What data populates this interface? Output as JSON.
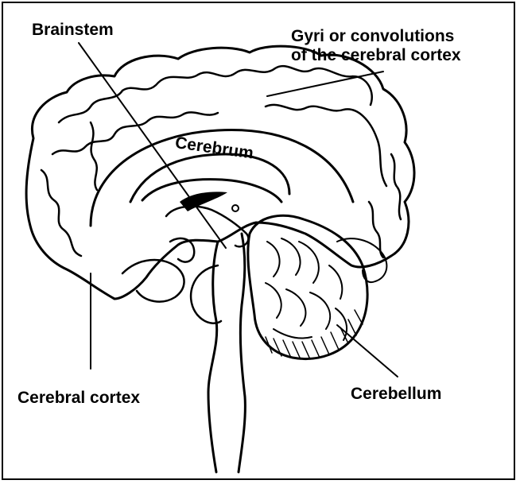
{
  "labels": {
    "brainstem": "Brainstem",
    "gyri_line1": "Gyri or convolutions",
    "gyri_line2": "of  the cerebral cortex",
    "cerebrum": "Cerebrum",
    "cerebral_cortex": "Cerebral  cortex",
    "cerebellum": "Cerebellum"
  },
  "colors": {
    "ink": "#000000",
    "background": "#ffffff"
  }
}
